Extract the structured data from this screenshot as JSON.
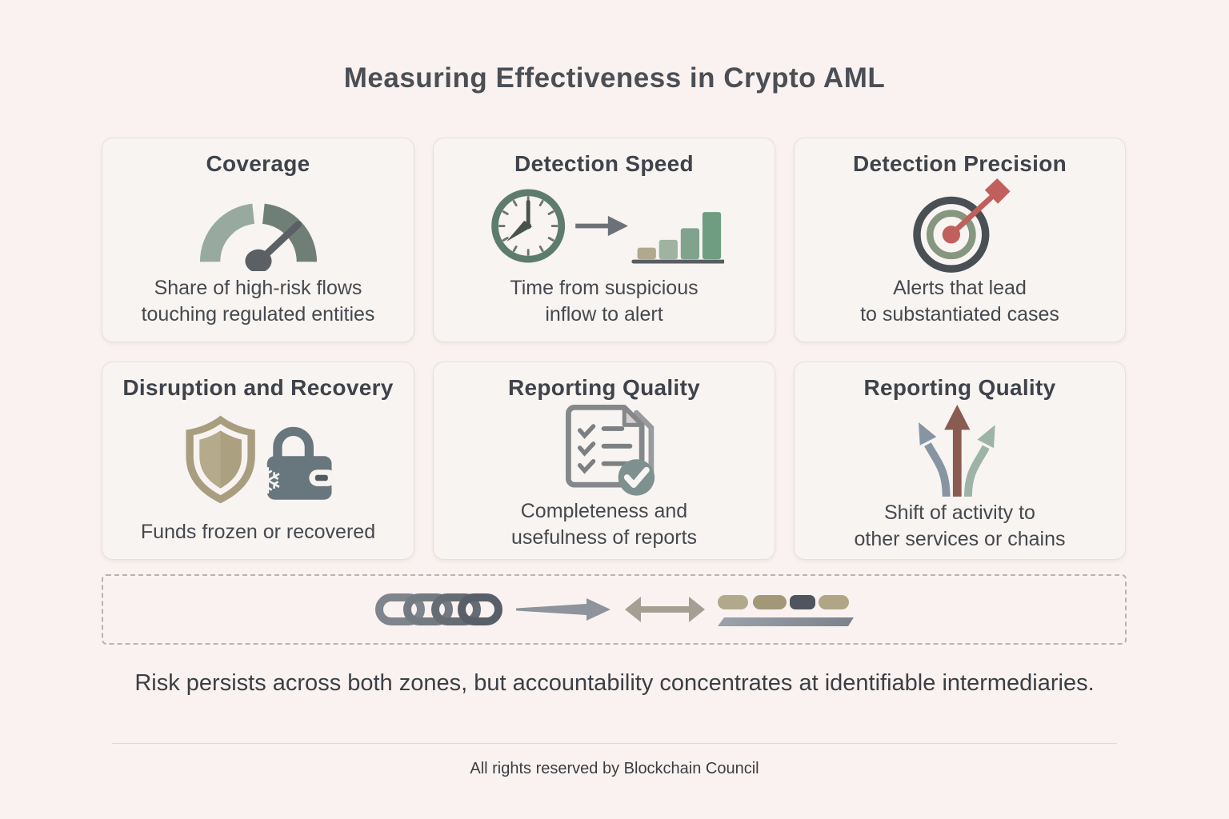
{
  "page": {
    "title": "Measuring Effectiveness in Crypto AML",
    "summary": "Risk persists across both zones, but accountability concentrates at identifiable intermediaries.",
    "footer": "All rights reserved by Blockchain Council"
  },
  "cards": [
    {
      "title": "Coverage",
      "icon": "gauge-icon",
      "description": [
        "Share of high-risk flows",
        "touching regulated entities"
      ]
    },
    {
      "title": "Detection Speed",
      "icon": "clock-arrow-bars-icon",
      "description": [
        "Time from suspicious",
        "inflow to alert"
      ]
    },
    {
      "title": "Detection Precision",
      "icon": "target-arrow-icon",
      "description": [
        "Alerts that lead",
        "to substantiated cases"
      ]
    },
    {
      "title": "Disruption and Recovery",
      "icon": "shield-frozen-wallet-icon",
      "description": [
        "Funds frozen or recovered"
      ]
    },
    {
      "title": "Reporting Quality",
      "icon": "checklist-check-icon",
      "description": [
        "Completeness and",
        "usefulness of reports"
      ]
    },
    {
      "title": "Reporting Quality",
      "icon": "diverging-arrows-icon",
      "description": [
        "Shift of activity to",
        "other services or chains"
      ]
    }
  ],
  "flow_strip": {
    "icons": [
      "chain-links-icon",
      "right-arrow-icon",
      "double-arrow-icon",
      "segmented-bars-icon"
    ]
  },
  "colors": {
    "background": "#faf2f0",
    "card_background": "#f8f4f2",
    "card_border": "#e6dfdc",
    "heading_text": "#4b4f55",
    "body_text": "#45494e",
    "sage_light": "#98a9a0",
    "sage_dark": "#6f7f78",
    "clock_green": "#5e7b70",
    "tan": "#b1a88e",
    "slate": "#68767d",
    "red_accent": "#c05f5c",
    "maroon_arrow": "#8a5b51",
    "blue_gray": "#8795a3",
    "chain_gray": "#6e747c",
    "dashed_border": "#b9b2af"
  }
}
